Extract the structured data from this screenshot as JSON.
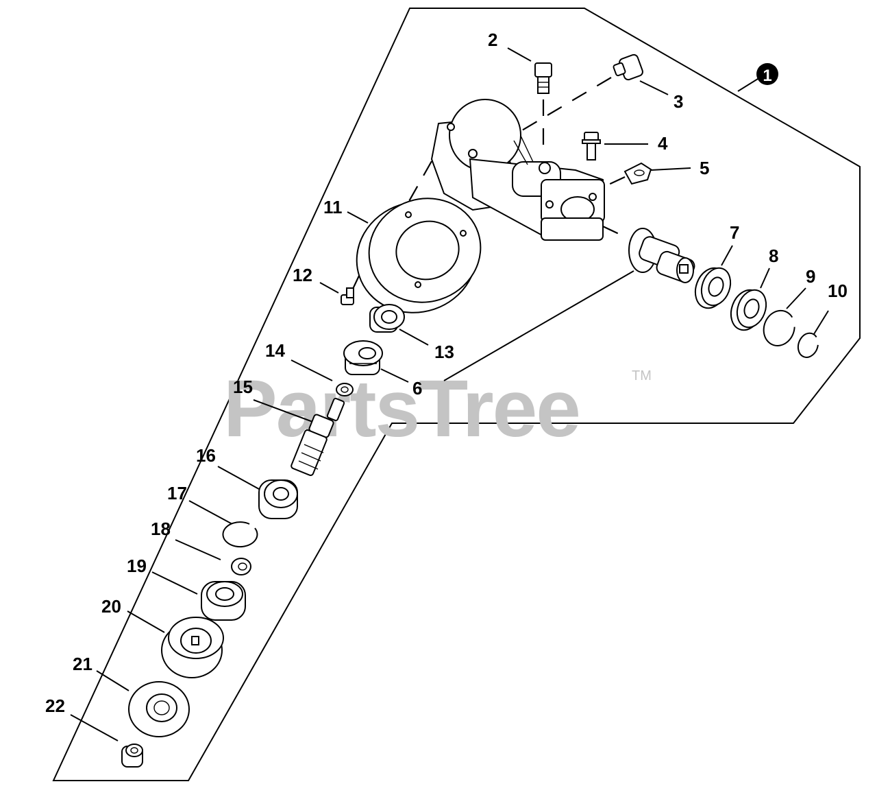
{
  "watermark": {
    "text": "PartsTree",
    "trademark": "TM"
  },
  "assembly_callout": "1",
  "callouts": {
    "c2": "2",
    "c3": "3",
    "c4": "4",
    "c5": "5",
    "c6": "6",
    "c7": "7",
    "c8": "8",
    "c9": "9",
    "c10": "10",
    "c11": "11",
    "c12": "12",
    "c13": "13",
    "c14": "14",
    "c15": "15",
    "c16": "16",
    "c17": "17",
    "c18": "18",
    "c19": "19",
    "c20": "20",
    "c21": "21",
    "c22": "22"
  }
}
